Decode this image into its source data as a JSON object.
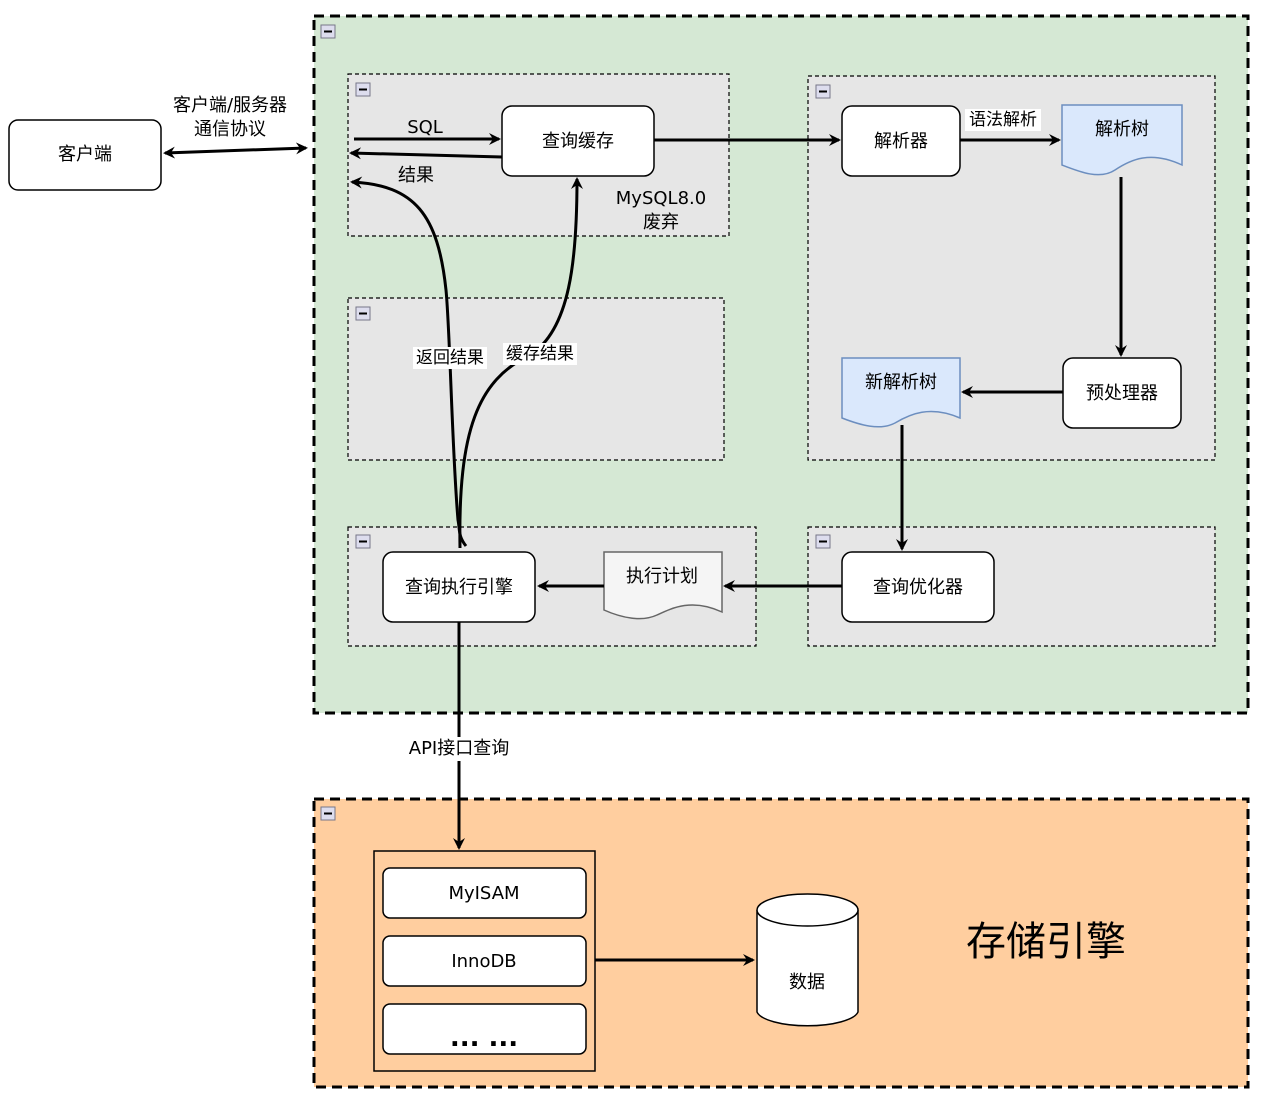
{
  "colors": {
    "server_bg": "#d5e8d4",
    "storage_bg": "#ffce9f",
    "group_bg": "#e6e6e6",
    "doc_blue": "#dae8fc",
    "doc_blue_stroke": "#6c8ebf",
    "doc_grey": "#f5f5f5"
  },
  "client": {
    "label": "客户端"
  },
  "protocol": {
    "line1": "客户端/服务器",
    "line2": "通信协议"
  },
  "cache": {
    "label": "查询缓存",
    "sql": "SQL",
    "result": "结果",
    "note1": "MySQL8.0",
    "note2": "废弃"
  },
  "parser": {
    "label": "解析器",
    "edge": "语法解析",
    "tree": "解析树",
    "preprocessor": "预处理器",
    "new_tree": "新解析树"
  },
  "optimizer": {
    "label": "查询优化器",
    "plan": "执行计划"
  },
  "executor": {
    "label": "查询执行引擎",
    "return_result": "返回结果",
    "cache_result": "缓存结果",
    "api": "API接口查询"
  },
  "storage": {
    "title": "存储引擎",
    "engines": [
      "MyISAM",
      "InnoDB",
      "... ..."
    ],
    "data": "数据"
  },
  "icons": {
    "collapse": "minus-square-icon"
  }
}
